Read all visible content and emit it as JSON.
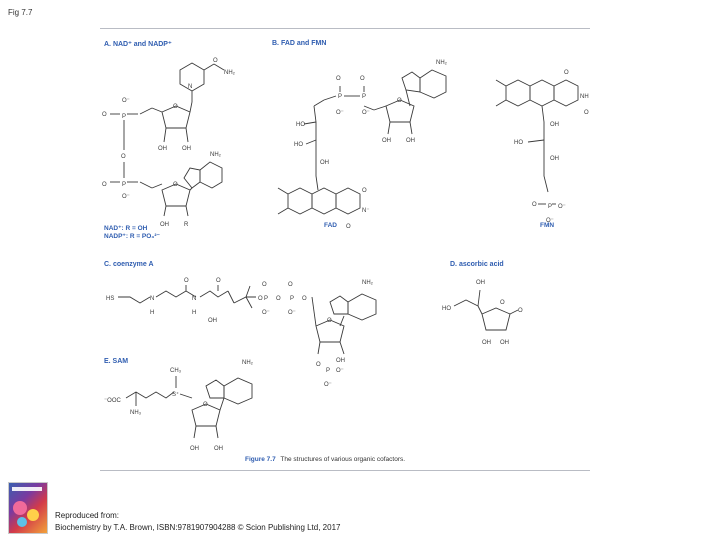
{
  "slide_label": "Fig 7.7",
  "panels": {
    "a": {
      "title": "A. NAD⁺ and NADP⁺",
      "label1": "NAD⁺: R = OH",
      "label2": "NADP⁺: R = PO₃²⁻"
    },
    "b": {
      "title": "B. FAD and FMN",
      "fad_label": "FAD",
      "fmn_label": "FMN"
    },
    "c": {
      "title": "C. coenzyme A"
    },
    "d": {
      "title": "D. ascorbic acid"
    },
    "e": {
      "title": "E. SAM"
    }
  },
  "caption": {
    "number": "Figure 7.7",
    "text": "The structures of various organic cofactors."
  },
  "reference": {
    "line1": "Reproduced from:",
    "line2": "Biochemistry by T.A. Brown, ISBN:9781907904288 © Scion Publishing Ltd, 2017"
  }
}
